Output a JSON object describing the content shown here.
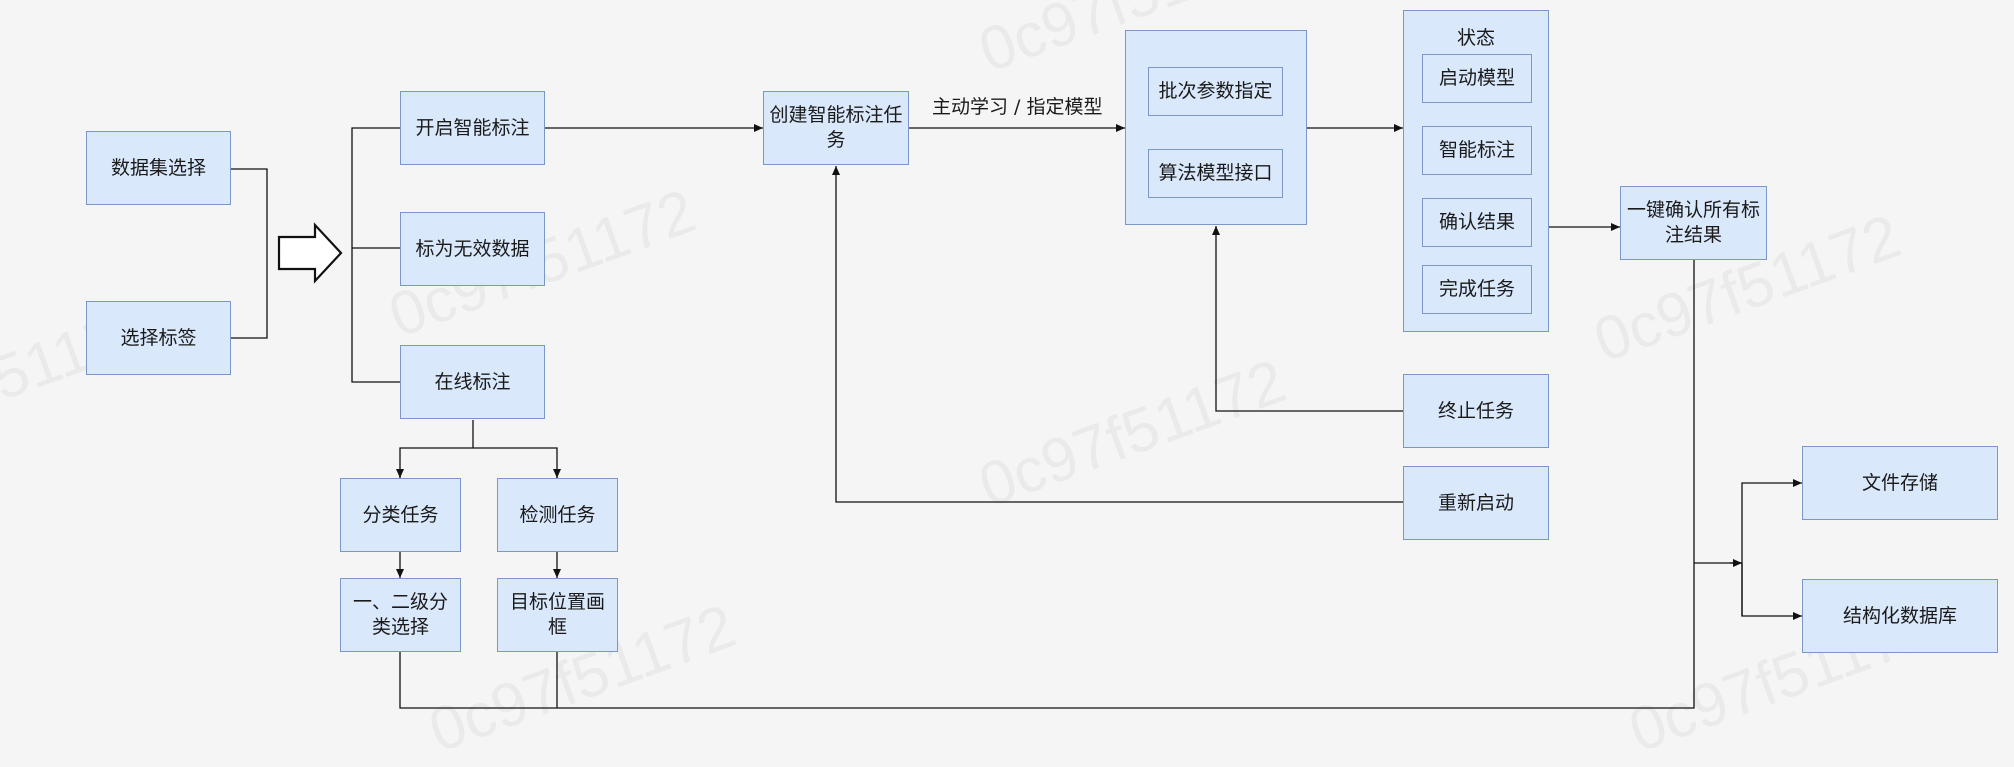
{
  "watermark": "0c97f51172",
  "colors": {
    "node_fill": "#dae8fc",
    "node_border": "#7b97c8",
    "line": "#111111",
    "background": "#f5f5f5"
  },
  "nodes": {
    "dataset_select": "数据集选择",
    "select_label": "选择标签",
    "enable_smart": "开启智能标注",
    "mark_invalid": "标为无效数据",
    "online_label": "在线标注",
    "classify_task": "分类任务",
    "detect_task": "检测任务",
    "class_select": "一、二级分类选择",
    "bbox_draw": "目标位置画框",
    "create_task": "创建智能标注任务",
    "batch_params": "批次参数指定",
    "algo_api": "算法模型接口",
    "state_title": "状态",
    "start_model": "启动模型",
    "smart_label": "智能标注",
    "confirm_result": "确认结果",
    "finish_task": "完成任务",
    "confirm_all": "一键确认所有标注结果",
    "stop_task": "终止任务",
    "restart": "重新启动",
    "file_storage": "文件存储",
    "struct_db": "结构化数据库"
  },
  "edge_labels": {
    "active_learning": "主动学习 / 指定模型"
  }
}
